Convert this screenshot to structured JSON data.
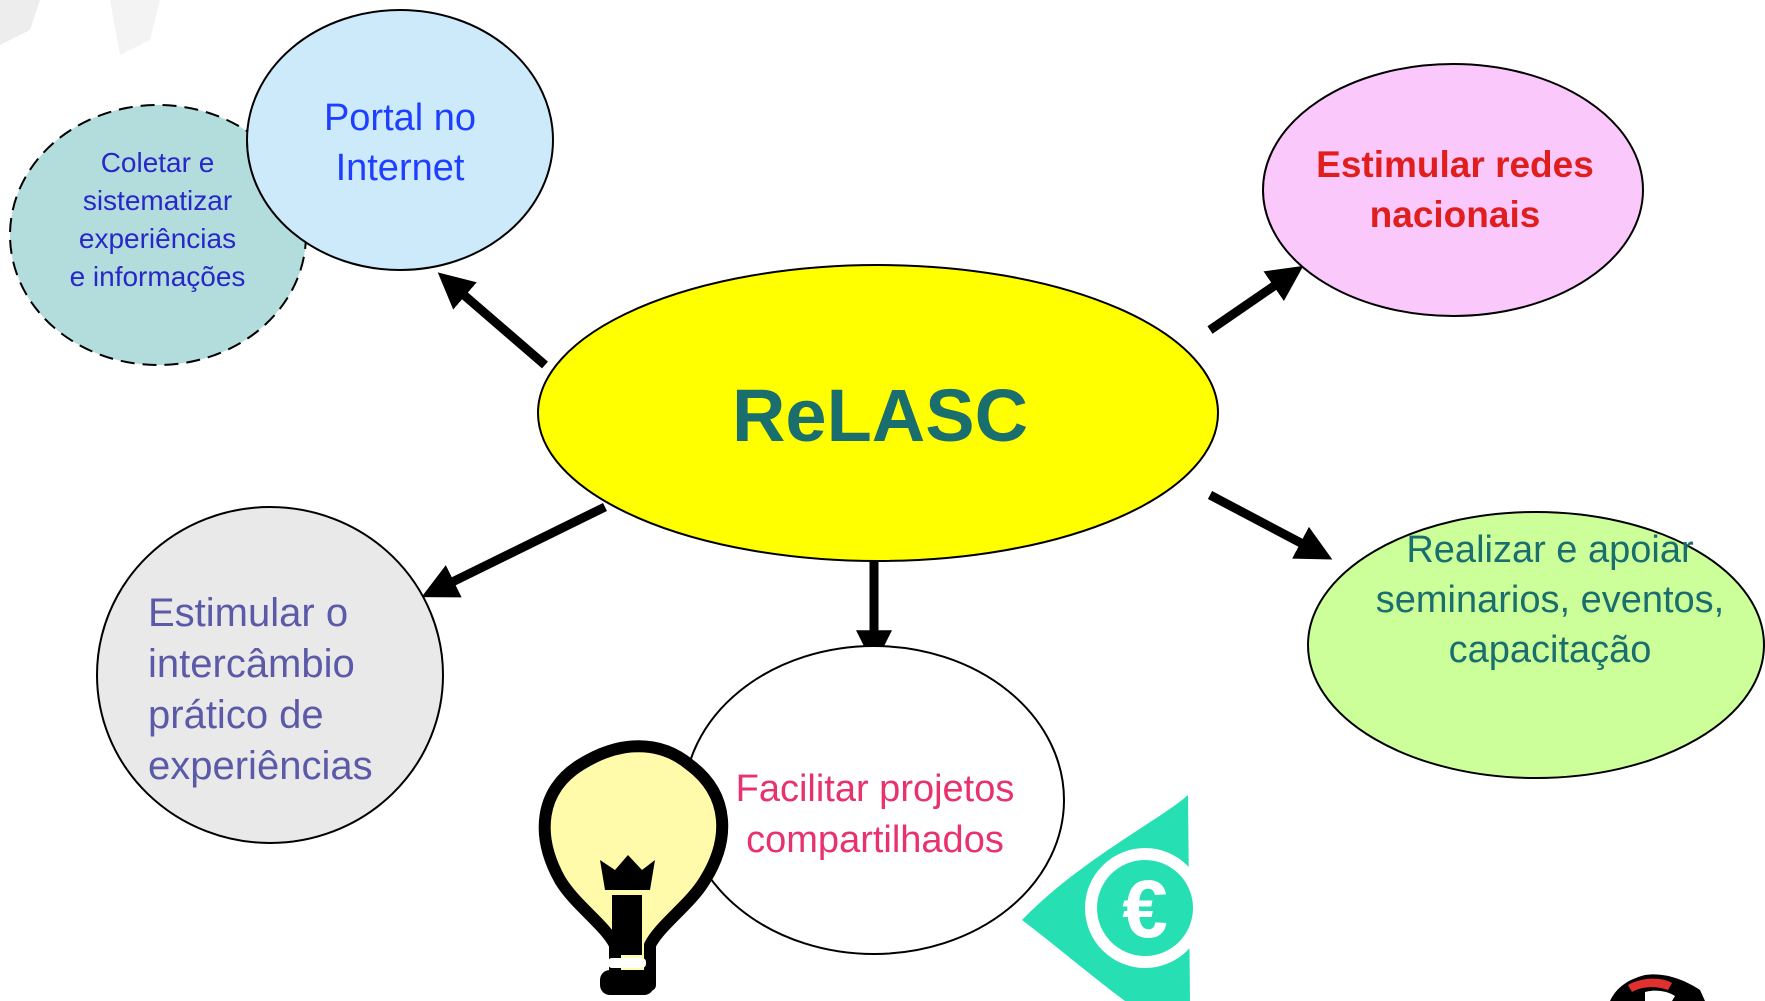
{
  "center": {
    "label": "ReLASC",
    "fill": "#ffff00",
    "text_color": "#1a6e6e"
  },
  "nodes": {
    "portal": {
      "label": "Portal no\nInternet",
      "fill": "#cdeafb",
      "text_color": "#1f3fff"
    },
    "coletar": {
      "label": "Coletar e\nsistematizar\nexperiências\ne informações",
      "fill": "#b3dcdc",
      "text_color": "#2828c8"
    },
    "redes": {
      "label": "Estimular redes\nnacionais",
      "fill": "#fbc8fb",
      "text_color": "#e01e1e"
    },
    "seminarios": {
      "label": "Realizar e apoiar\nseminarios, eventos,\ncapacitação",
      "fill": "#ccff99",
      "text_color": "#1a6e6e"
    },
    "intercambio": {
      "label": "Estimular o\nintercâmbio\nprático de\nexperiências",
      "fill": "#e9e9e9",
      "text_color": "#5a5aa8"
    },
    "projetos": {
      "label": "Facilitar projetos\ncompartilhados",
      "fill": "#ffffff",
      "text_color": "#e8326e"
    }
  },
  "icons": {
    "lightbulb": "lightbulb-icon",
    "euro": "euro-icon",
    "euro_color": "#26e0b4"
  }
}
